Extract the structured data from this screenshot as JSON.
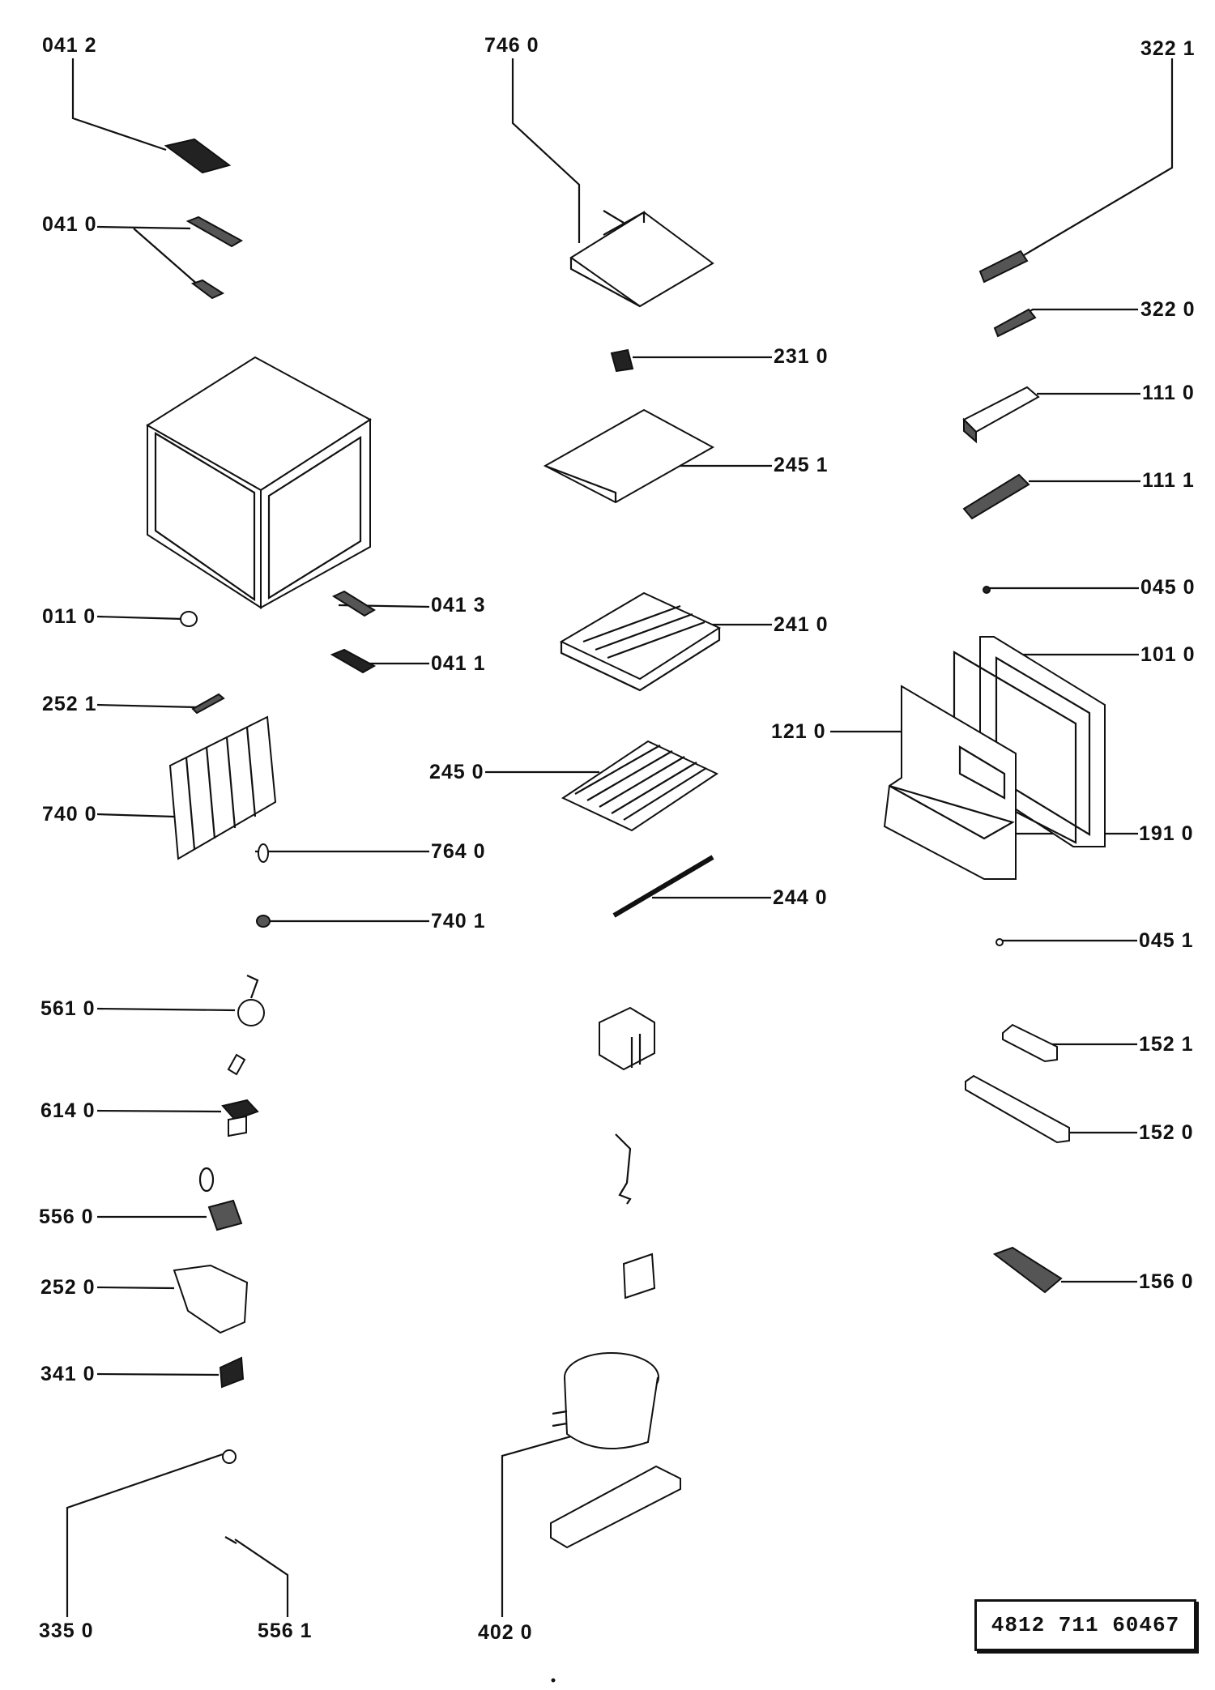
{
  "colors": {
    "ink": "#111111",
    "background": "#ffffff"
  },
  "document_number": "4812  711  60467",
  "labels": {
    "l0412": "041 2",
    "l0410": "041 0",
    "l7460": "746  0",
    "l3221": "322 1",
    "l3220": "322 0",
    "l2310": "231 0",
    "l1110": "111 0",
    "l2451": "245 1",
    "l1111": "111 1",
    "l0450": "045 0",
    "l0110": "011 0",
    "l0413": "041 3",
    "l0411": "041 1",
    "l2410": "241 0",
    "l1010": "101 0",
    "l2521": "252 1",
    "l1210": "121 0",
    "l2450": "245 0",
    "l7400": "740 0",
    "l1910": "191 0",
    "l7640": "764 0",
    "l2440": "244 0",
    "l7401": "740 1",
    "l0451": "045 1",
    "l5610": "561 0",
    "l1521": "152 1",
    "l6140": "614 0",
    "l1520": "152 0",
    "l5560": "556 0",
    "l2520": "252 0",
    "l1560": "156 0",
    "l3410": "341 0",
    "l3350": "335 0",
    "l5561": "556 1",
    "l4020": "402  0"
  }
}
